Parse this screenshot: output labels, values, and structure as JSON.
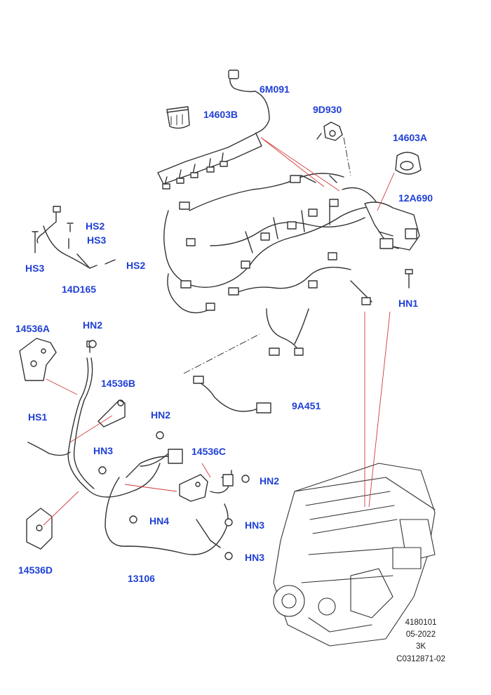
{
  "style": {
    "callout_color": "#1f3fd6",
    "leader_color": "#d23a3a",
    "drawing_color": "#333333"
  },
  "callouts": {
    "c_6m091": "6M091",
    "c_14603b": "14603B",
    "c_9d930": "9D930",
    "c_14603a": "14603A",
    "c_12a690": "12A690",
    "c_hs2_top": "HS2",
    "c_hs3_top": "HS3",
    "c_hs3_left": "HS3",
    "c_hs2_right": "HS2",
    "c_14d165": "14D165",
    "c_hn1": "HN1",
    "c_14536a": "14536A",
    "c_hn2_a": "HN2",
    "c_14536b": "14536B",
    "c_9a451": "9A451",
    "c_hs1": "HS1",
    "c_hn2_b": "HN2",
    "c_hn3_a": "HN3",
    "c_14536c": "14536C",
    "c_hn2_c": "HN2",
    "c_hn4": "HN4",
    "c_hn3_b": "HN3",
    "c_hn3_c": "HN3",
    "c_14536d": "14536D",
    "c_13106": "13106"
  },
  "footer": {
    "code1": "4180101",
    "date": "05-2022",
    "rev": "3K",
    "drawing_no": "C0312871-02"
  }
}
